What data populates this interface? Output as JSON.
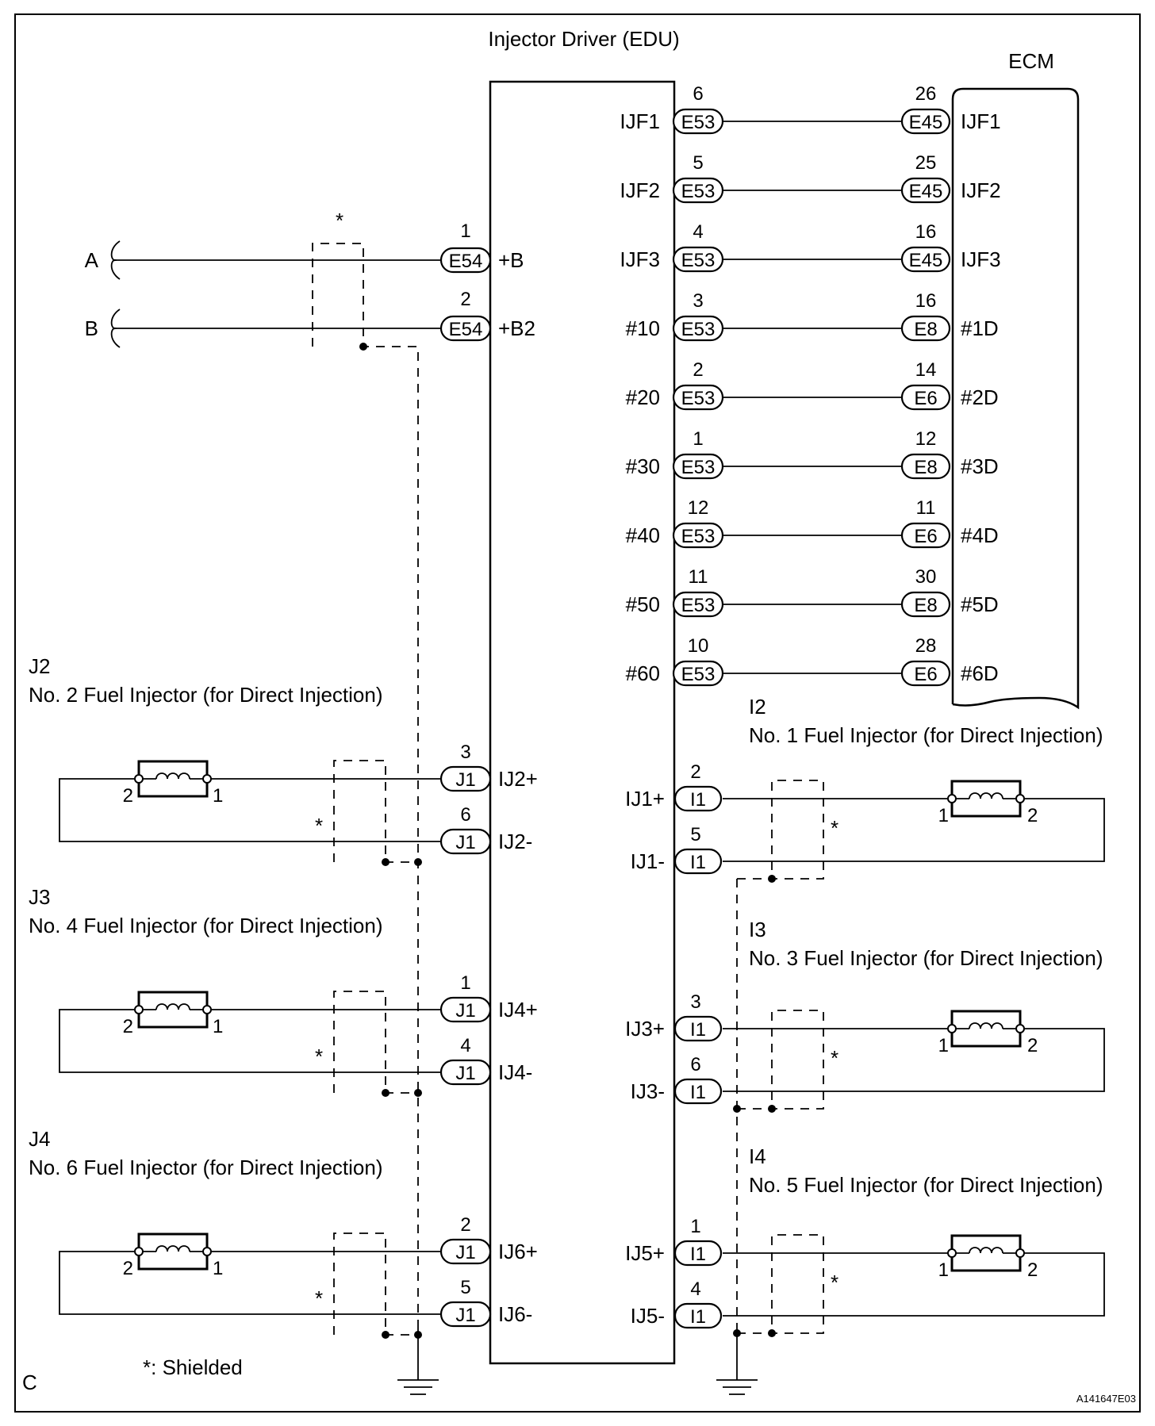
{
  "edu_title": "Injector Driver (EDU)",
  "ecm_title": "ECM",
  "power": {
    "shield_mark": "*",
    "lines": [
      {
        "name": "A",
        "pin": "1",
        "conn": "E54",
        "label": "+B"
      },
      {
        "name": "B",
        "pin": "2",
        "conn": "E54",
        "label": "+B2"
      }
    ]
  },
  "ecm_links": [
    {
      "edu_label": "IJF1",
      "edu_pin": "6",
      "edu_conn": "E53",
      "ecm_pin": "26",
      "ecm_conn": "E45",
      "ecm_label": "IJF1"
    },
    {
      "edu_label": "IJF2",
      "edu_pin": "5",
      "edu_conn": "E53",
      "ecm_pin": "25",
      "ecm_conn": "E45",
      "ecm_label": "IJF2"
    },
    {
      "edu_label": "IJF3",
      "edu_pin": "4",
      "edu_conn": "E53",
      "ecm_pin": "16",
      "ecm_conn": "E45",
      "ecm_label": "IJF3"
    },
    {
      "edu_label": "#10",
      "edu_pin": "3",
      "edu_conn": "E53",
      "ecm_pin": "16",
      "ecm_conn": "E8",
      "ecm_label": "#1D"
    },
    {
      "edu_label": "#20",
      "edu_pin": "2",
      "edu_conn": "E53",
      "ecm_pin": "14",
      "ecm_conn": "E6",
      "ecm_label": "#2D"
    },
    {
      "edu_label": "#30",
      "edu_pin": "1",
      "edu_conn": "E53",
      "ecm_pin": "12",
      "ecm_conn": "E8",
      "ecm_label": "#3D"
    },
    {
      "edu_label": "#40",
      "edu_pin": "12",
      "edu_conn": "E53",
      "ecm_pin": "11",
      "ecm_conn": "E6",
      "ecm_label": "#4D"
    },
    {
      "edu_label": "#50",
      "edu_pin": "11",
      "edu_conn": "E53",
      "ecm_pin": "30",
      "ecm_conn": "E8",
      "ecm_label": "#5D"
    },
    {
      "edu_label": "#60",
      "edu_pin": "10",
      "edu_conn": "E53",
      "ecm_pin": "28",
      "ecm_conn": "E6",
      "ecm_label": "#6D"
    }
  ],
  "left_injectors": [
    {
      "code": "J2",
      "title": "No. 2 Fuel Injector (for Direct Injection)",
      "pos_pin": "3",
      "pos_conn": "J1",
      "pos_label": "IJ2+",
      "neg_pin": "6",
      "neg_conn": "J1",
      "neg_label": "IJ2-",
      "coil_pin_a": "2",
      "coil_pin_b": "1",
      "shield_mark": "*"
    },
    {
      "code": "J3",
      "title": "No. 4 Fuel Injector (for Direct Injection)",
      "pos_pin": "1",
      "pos_conn": "J1",
      "pos_label": "IJ4+",
      "neg_pin": "4",
      "neg_conn": "J1",
      "neg_label": "IJ4-",
      "coil_pin_a": "2",
      "coil_pin_b": "1",
      "shield_mark": "*"
    },
    {
      "code": "J4",
      "title": "No. 6 Fuel Injector (for Direct Injection)",
      "pos_pin": "2",
      "pos_conn": "J1",
      "pos_label": "IJ6+",
      "neg_pin": "5",
      "neg_conn": "J1",
      "neg_label": "IJ6-",
      "coil_pin_a": "2",
      "coil_pin_b": "1",
      "shield_mark": "*"
    }
  ],
  "right_injectors": [
    {
      "code": "I2",
      "title": "No. 1 Fuel Injector (for Direct Injection)",
      "pos_pin": "2",
      "pos_conn": "I1",
      "pos_label": "IJ1+",
      "neg_pin": "5",
      "neg_conn": "I1",
      "neg_label": "IJ1-",
      "coil_pin_a": "1",
      "coil_pin_b": "2",
      "shield_mark": "*"
    },
    {
      "code": "I3",
      "title": "No. 3 Fuel Injector (for Direct Injection)",
      "pos_pin": "3",
      "pos_conn": "I1",
      "pos_label": "IJ3+",
      "neg_pin": "6",
      "neg_conn": "I1",
      "neg_label": "IJ3-",
      "coil_pin_a": "1",
      "coil_pin_b": "2",
      "shield_mark": "*"
    },
    {
      "code": "I4",
      "title": "No. 5 Fuel Injector (for Direct Injection)",
      "pos_pin": "1",
      "pos_conn": "I1",
      "pos_label": "IJ5+",
      "neg_pin": "4",
      "neg_conn": "I1",
      "neg_label": "IJ5-",
      "coil_pin_a": "1",
      "coil_pin_b": "2",
      "shield_mark": "*"
    }
  ],
  "legend": "*: Shielded",
  "corner_mark": "C",
  "figure_id": "A141647E03"
}
